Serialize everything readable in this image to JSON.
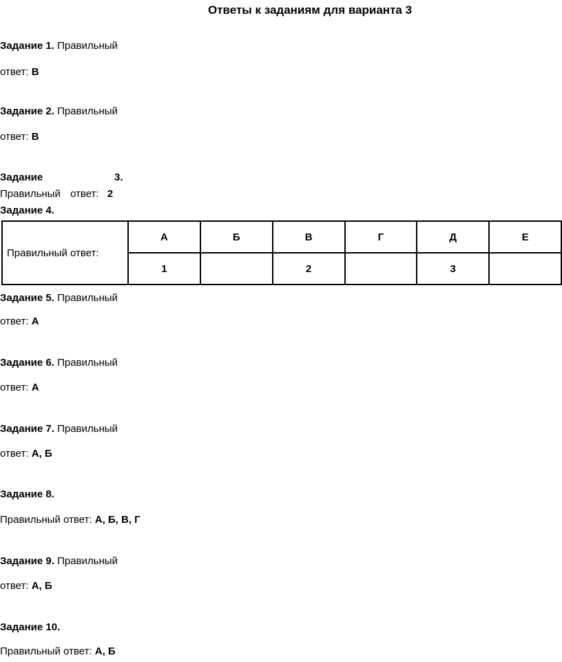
{
  "title": "Ответы к заданиям для варианта 3",
  "tasks": [
    {
      "label": "Задание 1.",
      "pre": "Правильный",
      "answer_label": "ответ:",
      "answer": "В"
    },
    {
      "label": "Задание 2.",
      "pre": "Правильный",
      "answer_label": "ответ:",
      "answer": "В"
    },
    {
      "label": "Задание",
      "number": "3.",
      "answer_label": "Правильный ответ:",
      "answer": "2"
    },
    {
      "label": "Задание 4."
    },
    {
      "label": "Задание 5.",
      "pre": "Правильный",
      "answer_label": "ответ:",
      "answer": "А"
    },
    {
      "label": "Задание 6.",
      "pre": "Правильный",
      "answer_label": "ответ:",
      "answer": "А"
    },
    {
      "label": "Задание 7.",
      "pre": "Правильный",
      "answer_label": "ответ:",
      "answer": "А, Б"
    },
    {
      "label": "Задание 8.",
      "answer_label": "Правильный ответ:",
      "answer": "А, Б, В, Г"
    },
    {
      "label": "Задание 9.",
      "pre": "Правильный",
      "answer_label": "ответ:",
      "answer": "А, Б"
    },
    {
      "label": "Задание 10.",
      "answer_label": "Правильный ответ:",
      "answer": "А, Б"
    }
  ],
  "table": {
    "row_label": "Правильный ответ:",
    "headers": [
      "А",
      "Б",
      "В",
      "Г",
      "Д",
      "Е"
    ],
    "values": [
      "1",
      "",
      "2",
      "",
      "3",
      ""
    ]
  }
}
